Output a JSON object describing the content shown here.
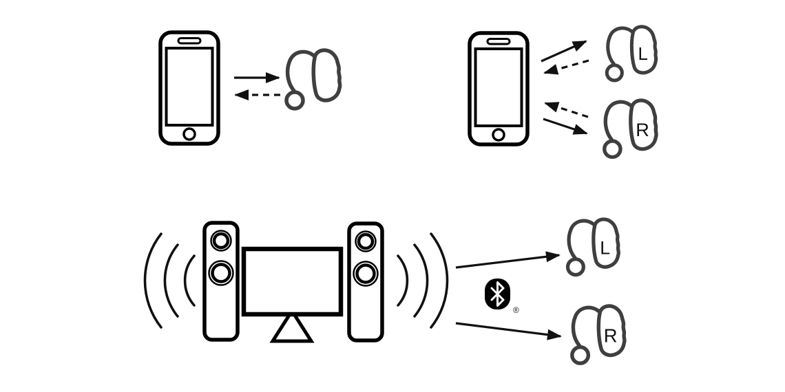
{
  "colors": {
    "background": "#ffffff",
    "arrow_line": "#111111",
    "device_outline": "#000000",
    "hearing_aid_outline": "#3f3f3f",
    "bluetooth_badge": "#000000",
    "bluetooth_glyph": "#ffffff"
  },
  "diagram": {
    "top_left_panel": {
      "name": "phone-streaming-to-single-hearing-aid",
      "icons": [
        "smartphone-icon",
        "hearing-aid-icon"
      ],
      "arrows": [
        {
          "style": "solid",
          "direction": "phone-to-aid"
        },
        {
          "style": "dashed",
          "direction": "aid-to-phone"
        }
      ]
    },
    "top_right_panel": {
      "name": "phone-streaming-to-binaural-hearing-aids",
      "icons": [
        "smartphone-icon",
        "hearing-aid-icon",
        "hearing-aid-icon"
      ],
      "left_aid_label": "L",
      "right_aid_label": "R",
      "arrows": [
        {
          "style": "solid",
          "direction": "phone-to-left-aid"
        },
        {
          "style": "dashed",
          "direction": "left-aid-to-phone"
        },
        {
          "style": "dashed",
          "direction": "right-aid-to-phone"
        },
        {
          "style": "solid",
          "direction": "phone-to-right-aid"
        }
      ]
    },
    "bottom_panel": {
      "name": "tv-audio-bluetooth-broadcast-to-hearing-aids",
      "icons": [
        "sound-waves-icon",
        "speaker-icon",
        "tv-icon",
        "speaker-icon",
        "sound-waves-icon",
        "bluetooth-icon",
        "hearing-aid-icon",
        "hearing-aid-icon"
      ],
      "bluetooth_registered_mark": "®",
      "left_aid_label": "L",
      "right_aid_label": "R",
      "arrows": [
        {
          "style": "solid",
          "direction": "tv-to-left-aid"
        },
        {
          "style": "solid",
          "direction": "tv-to-right-aid"
        }
      ]
    }
  }
}
